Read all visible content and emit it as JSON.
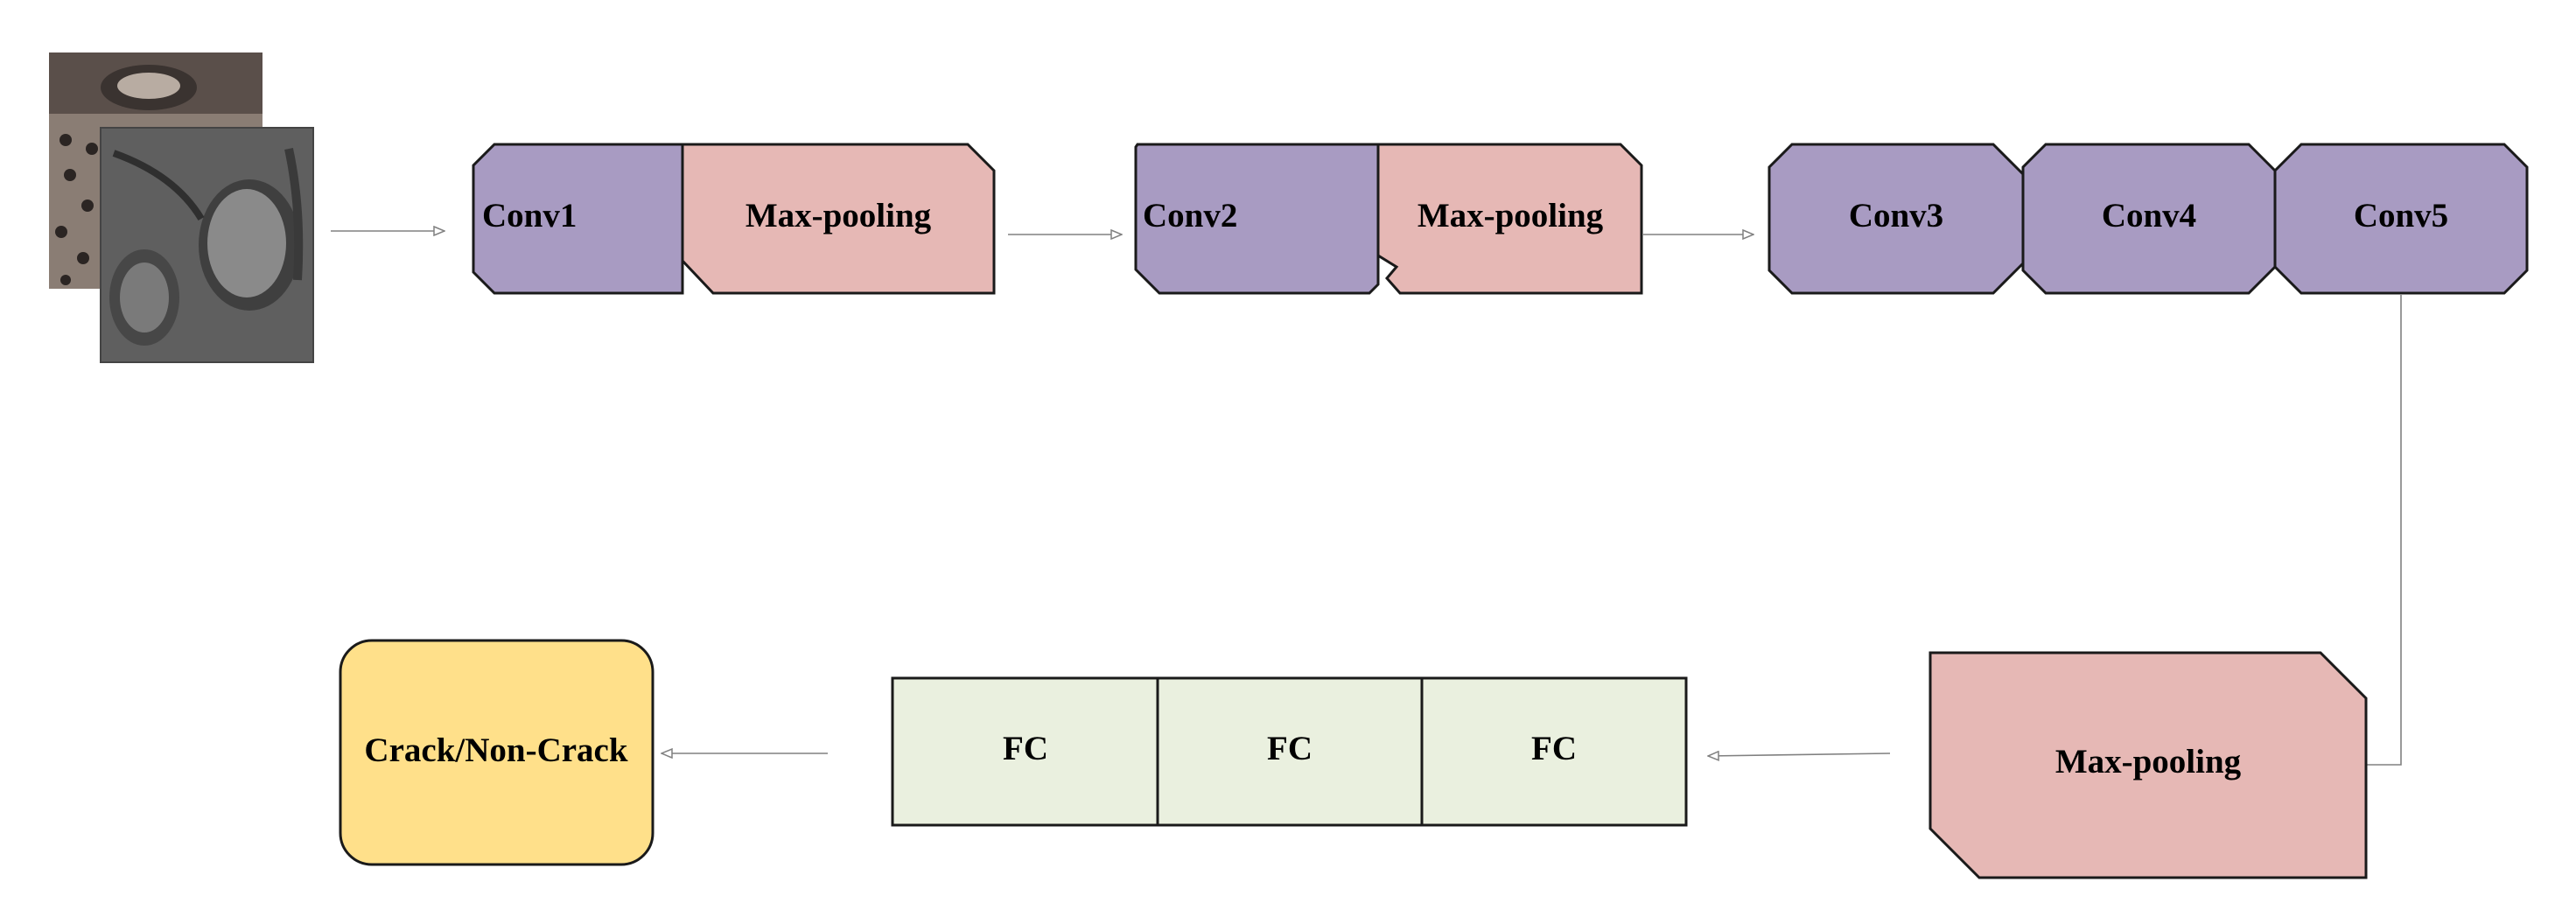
{
  "colors": {
    "conv": "#A89BC2",
    "pool": "#E6B8B5",
    "fc": "#EAF0DF",
    "output": "#FFE08A",
    "stroke": "#1a1a1a",
    "arrow": "#808080"
  },
  "input_images": [
    {
      "name": "engine-block-photo",
      "tone": "light"
    },
    {
      "name": "cylinder-head-photo",
      "tone": "dark"
    }
  ],
  "row1": {
    "block1": {
      "conv": "Conv1",
      "pool": "Max-pooling"
    },
    "block2": {
      "conv": "Conv2",
      "pool": "Max-pooling"
    },
    "block3": {
      "conv3": "Conv3",
      "conv4": "Conv4",
      "conv5": "Conv5"
    }
  },
  "row2": {
    "pool": "Max-pooling",
    "fc": [
      "FC",
      "FC",
      "FC"
    ],
    "output": "Crack/Non-Crack"
  }
}
